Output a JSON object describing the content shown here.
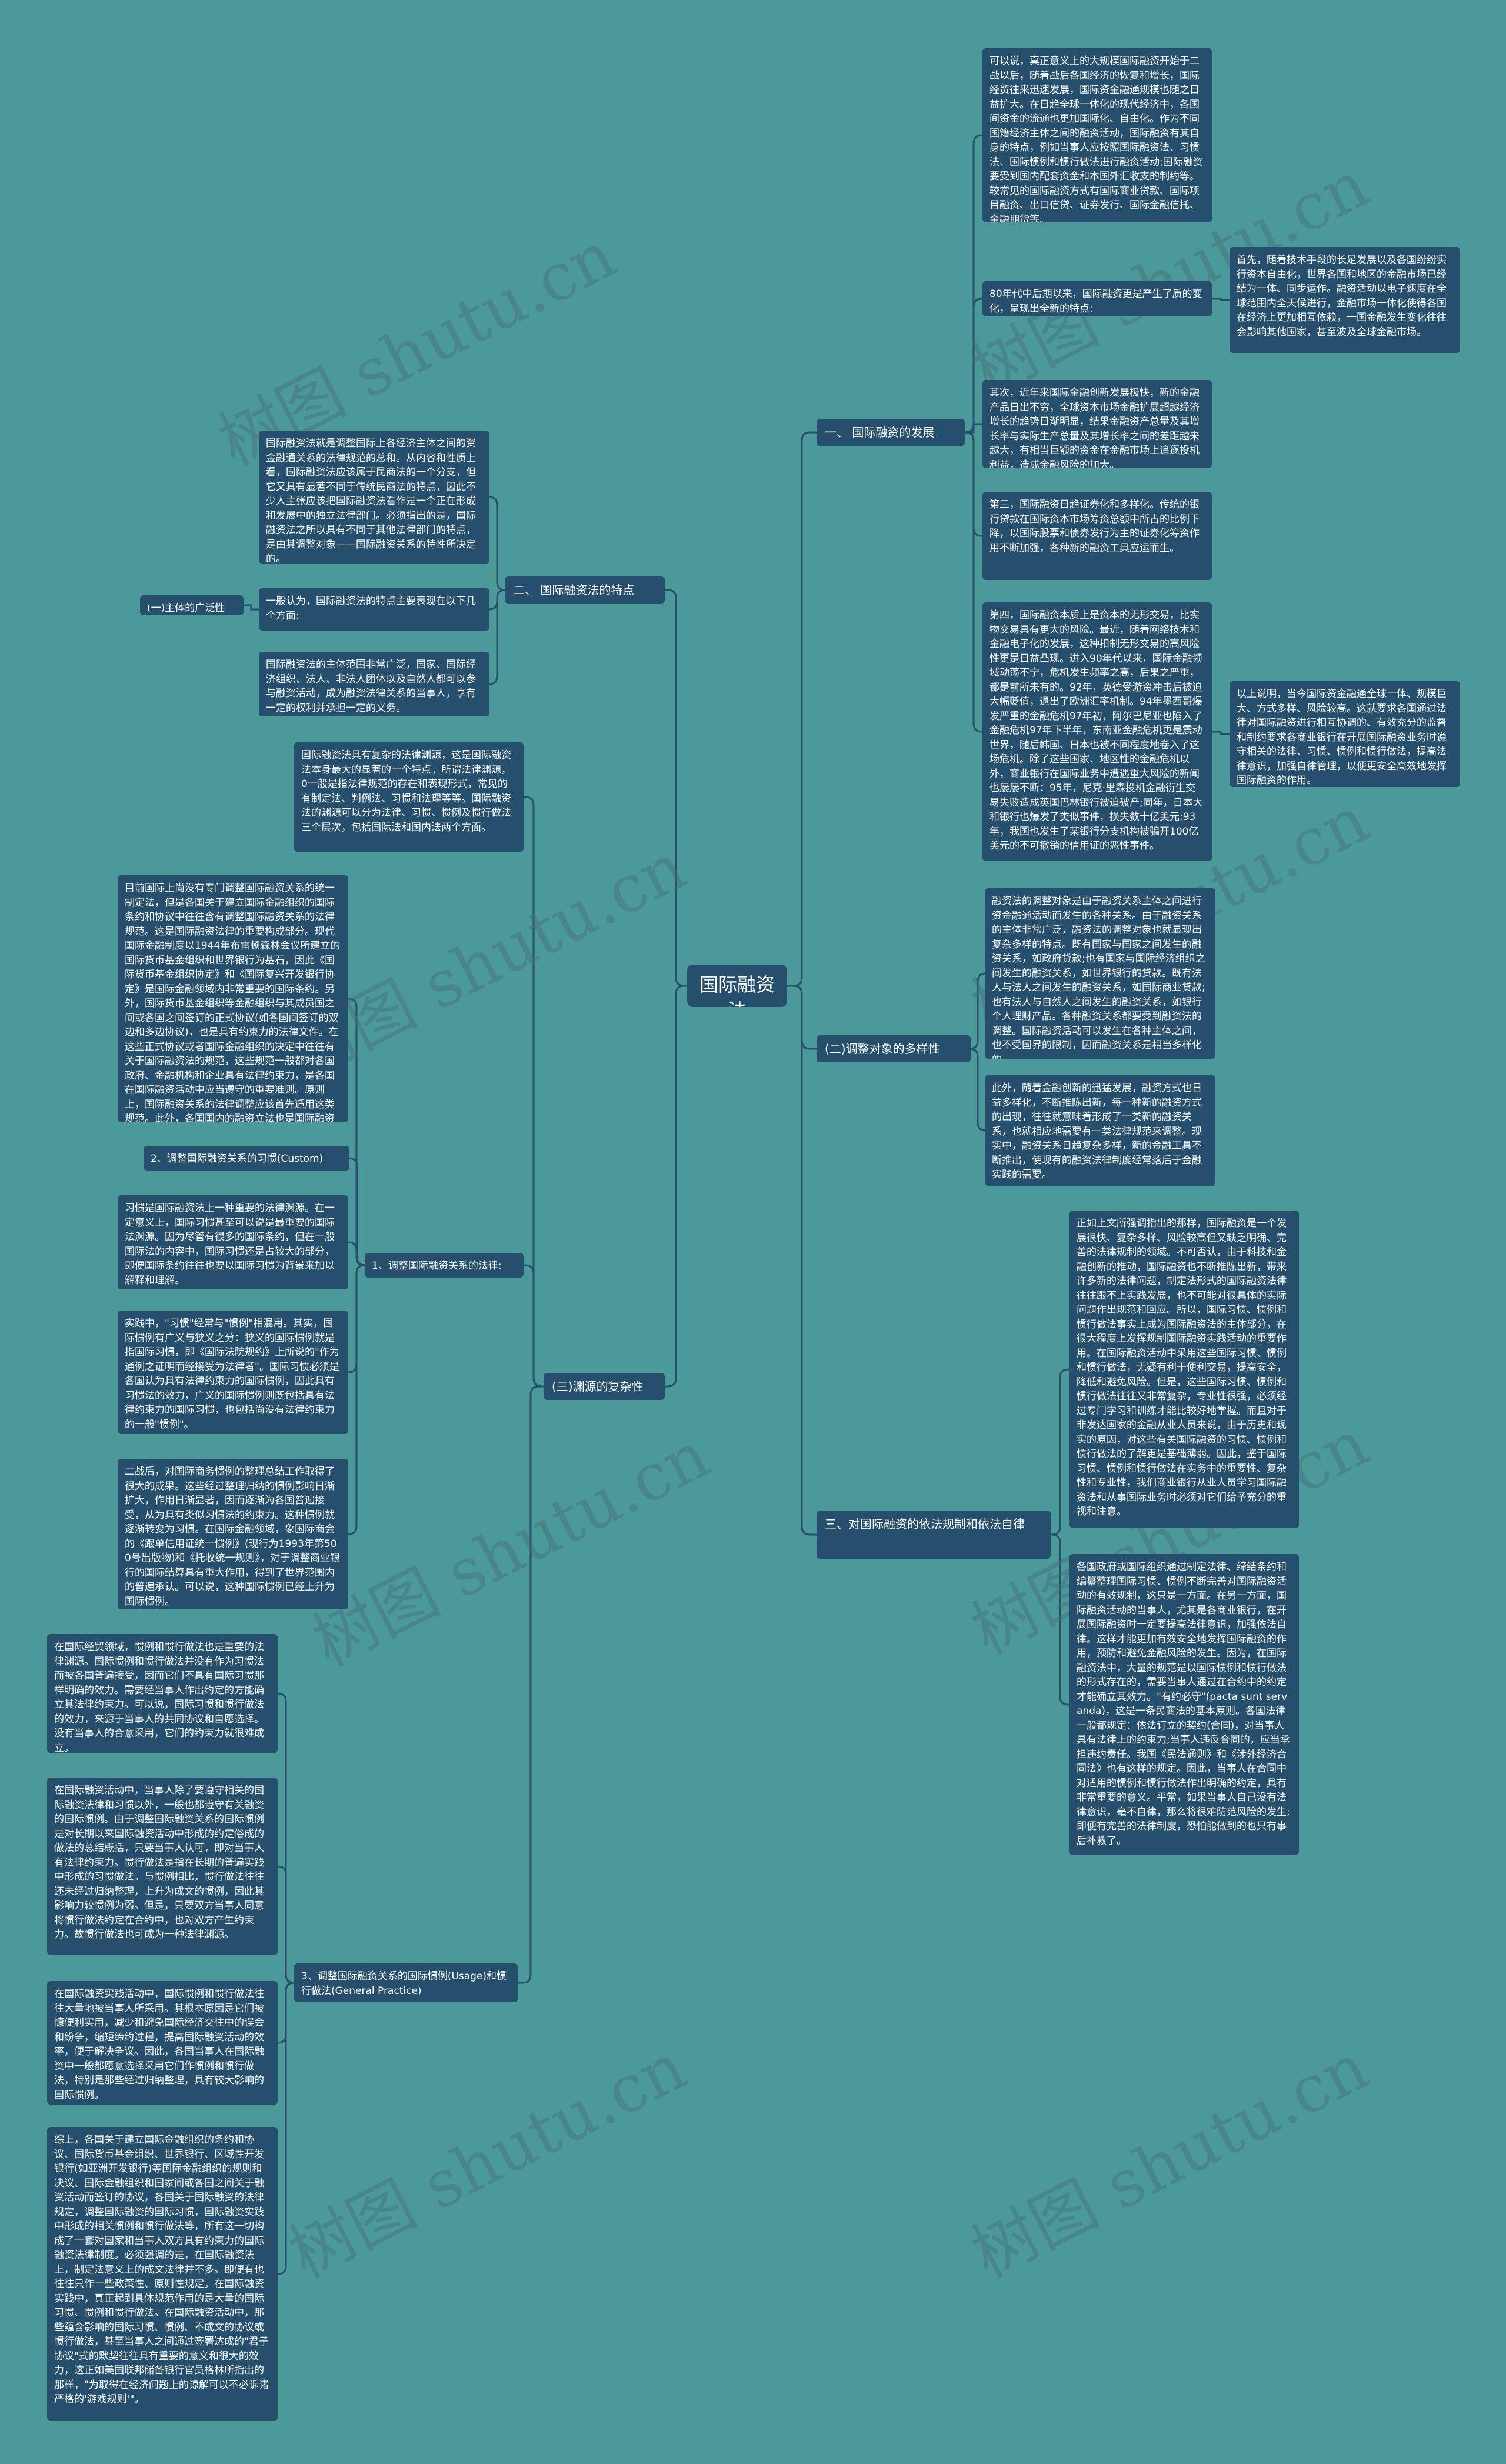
{
  "watermark": "树图 shutu.cn",
  "colors": {
    "background": "#4b9a99",
    "node": "#254f6c",
    "text": "#ffffff",
    "line": "#254f6c"
  },
  "nodes": [
    {
      "id": "root",
      "cls": "root",
      "text": "国际融资法"
    },
    {
      "id": "b1",
      "cls": "label",
      "text": "一、 国际融资的发展"
    },
    {
      "id": "b1_l1",
      "cls": "leaf",
      "text": "可以说，真正意义上的大规模国际融资开始于二战以后，随着战后各国经济的恢复和增长，国际经贸往来迅速发展，国际资金融通规模也随之日益扩大。在日趋全球一体化的现代经济中，各国间资金的流通也更加国际化、自由化。作为不同国籍经济主体之间的融资活动，国际融资有其自身的特点，例如当事人应按照国际融资法、习惯法、国际惯例和惯行做法进行融资活动;国际融资要受到国内配套资金和本国外汇收支的制约等。较常见的国际融资方式有国际商业贷款、国际项目融资、出口信贷、证券发行、国际金融信托、金融期货等。"
    },
    {
      "id": "b1_l2",
      "cls": "leaf",
      "text": "80年代中后期以来，国际融资更是产生了质的变化，呈现出全新的特点:"
    },
    {
      "id": "b1_l2a",
      "cls": "leaf",
      "text": "首先，随着技术手段的长足发展以及各国纷纷实行资本自由化，世界各国和地区的金融市场已经结为一体、同步运作。融资活动以电子速度在全球范围内全天候进行，金融市场一体化使得各国在经济上更加相互依赖，一国金融发生变化往往会影响其他国家，甚至波及全球金融市场。"
    },
    {
      "id": "b1_l3",
      "cls": "leaf",
      "text": "其次，近年来国际金融创新发展极快，新的金融产品日出不穷，全球资本市场金融扩展超越经济增长的趋势日渐明显，结果金融资产总量及其增长率与实际生产总量及其增长率之间的差距越来越大，有相当巨额的资金在金融市场上追逐投机利益，造成金融风险的加大。"
    },
    {
      "id": "b1_l4",
      "cls": "leaf",
      "text": "第三，国际融资日趋证券化和多样化。传统的银行贷款在国际资本市场筹资总额中所占的比例下降，以国际股票和债券发行为主的证券化筹资作用不断加强，各种新的融资工具应运而生。"
    },
    {
      "id": "b1_l5",
      "cls": "leaf",
      "text": "第四，国际融资本质上是资本的无形交易，比实物交易具有更大的风险。最近，随着网络技术和金融电子化的发展，这种扣制无形交易的高风险性更是日益凸现。进入90年代以来，国际金融领域动荡不宁，危机发生频率之高，后果之严重，都是前所未有的。92年，英德受游资冲击后被迫大幅贬值，退出了欧洲汇率机制。94年墨西哥爆发严重的金融危机97年初，阿尔巴尼亚也陷入了金融危机97年下半年，东南亚金融危机更是震动世界，随后韩国、日本也被不同程度地卷入了这场危机。除了这些国家、地区性的金融危机以外，商业银行在国际业务中遭遇重大风险的新闻也屡屡不断：95年，尼克·里森投机金融衍生交易失败造成英国巴林银行被迫破产;同年，日本大和银行也爆发了类似事件，损失数十亿美元;93年，我国也发生了某银行分支机构被骗开100亿美元的不可撤销的信用证的恶性事件。"
    },
    {
      "id": "b1_l5a",
      "cls": "leaf",
      "text": "以上说明，当今国际资金融通全球一体、规模巨大、方式多样、风险较高。这就要求各国通过法律对国际融资进行相互协调的、有效充分的监督和制约要求各商业银行在开展国际融资业务时遵守相关的法律、习惯、惯例和惯行做法，提高法律意识，加强自律管理，以便更安全高效地发挥国际融资的作用。"
    },
    {
      "id": "b2",
      "cls": "label",
      "text": "二、 国际融资法的特点"
    },
    {
      "id": "b2_l1",
      "cls": "leaf",
      "text": "国际融资法就是调整国际上各经济主体之间的资金融通关系的法律规范的总和。从内容和性质上看，国际融资法应该属于民商法的一个分支，但它又具有显著不同于传统民商法的特点，因此不少人主张应该把国际融资法看作是一个正在形成和发展中的独立法律部门。必须指出的是，国际融资法之所以具有不同于其他法律部门的特点，是由其调整对象——国际融资关系的特性所决定的。"
    },
    {
      "id": "b2_l2",
      "cls": "leaf",
      "text": "一般认为，国际融资法的特点主要表现在以下几个方面:"
    },
    {
      "id": "b2_l2a",
      "cls": "leaf",
      "text": "(一)主体的广泛性"
    },
    {
      "id": "b2_l3",
      "cls": "leaf",
      "text": "国际融资法的主体范围非常广泛，国家、国际经济组织、法人、非法人团体以及自然人都可以参与融资活动，成为融资法律关系的当事人，享有一定的权利并承担一定的义务。"
    },
    {
      "id": "b3",
      "cls": "label",
      "text": "(二)调整对象的多样性"
    },
    {
      "id": "b3_l1",
      "cls": "leaf",
      "text": "融资法的调整对象是由于融资关系主体之间进行资金融通活动而发生的各种关系。由于融资关系的主体非常广泛，融资法的调整对象也就显现出复杂多样的特点。既有国家与国家之间发生的融资关系，如政府贷款;也有国家与国际经济组织之间发生的融资关系，如世界银行的贷款。既有法人与法人之间发生的融资关系，如国际商业贷款;也有法人与自然人之间发生的融资关系，如银行个人理财产品。各种融资关系都要受到融资法的调整。国际融资活动可以发生在各种主体之间，也不受国界的限制，因而融资关系是相当多样化的。"
    },
    {
      "id": "b3_l2",
      "cls": "leaf",
      "text": "此外，随着金融创新的迅猛发展，融资方式也日益多样化，不断推陈出新，每一种新的融资方式的出现，往往就意味着形成了一类新的融资关系，也就相应地需要有一类法律规范来调整。现实中，融资关系日趋复杂多样，新的金融工具不断推出，使现有的融资法律制度经常落后于金融实践的需要。"
    },
    {
      "id": "b4",
      "cls": "label",
      "text": "(三)渊源的复杂性"
    },
    {
      "id": "b4_l1",
      "cls": "leaf",
      "text": "国际融资法具有复杂的法律渊源，这是国际融资法本身最大的显著的一个特点。所谓法律渊源，0一般是指法律规范的存在和表现形式，常见的有制定法、判例法、习惯和法理等等。国际融资法的渊源可以分为法律、习惯、惯例及惯行做法三个层次，包括国际法和国内法两个方面。"
    },
    {
      "id": "b4_s1",
      "cls": "leaf",
      "text": "1、调整国际融资关系的法律:"
    },
    {
      "id": "b4_s1_l1",
      "cls": "leaf",
      "text": "目前国际上尚没有专门调整国际融资关系的统一制定法，但是各国关于建立国际金融组织的国际条约和协议中往往含有调整国际融资关系的法律规范。这是国际融资法律的重要构成部分。现代国际金融制度以1944年布雷顿森林会议所建立的国际货币基金组织和世界银行为基石，因此《国际货币基金组织协定》和《国际复兴开发银行协定》是国际金融领域内非常重要的国际条约。另外，国际货币基金组织等金融组织与其成员国之间或各国之间签订的正式协议(如各国间签订的双边和多边协议)，也是具有约束力的法律文件。在这些正式协议或者国际金融组织的决定中往往有关于国际融资法的规范，这些规范一般都对各国政府、金融机构和企业具有法律约束力，是各国在国际融资活动中应当遵守的重要准则。原则上，国际融资关系的法律调整应该首先适用这类规范。此外，各国国内的融资立法也是国际融资法的重要渊源，它们对国际融资活动具有直接的影响。所以说它们是国际上调整融资关系的法律。"
    },
    {
      "id": "b4_s2",
      "cls": "leaf",
      "text": "2、调整国际融资关系的习惯(Custom)"
    },
    {
      "id": "b4_s2_l1",
      "cls": "leaf",
      "text": "习惯是国际融资法上一种重要的法律渊源。在一定意义上，国际习惯甚至可以说是最重要的国际法渊源。因为尽管有很多的国际条约，但在一般国际法的内容中，国际习惯还是占较大的部分，即便国际条约往往也要以国际习惯为背景来加以解释和理解。"
    },
    {
      "id": "b4_s2_l2",
      "cls": "leaf",
      "text": "实践中，\"习惯\"经常与\"惯例\"相混用。其实，国际惯例有广义与狭义之分：狭义的国际惯例就是指国际习惯，即《国际法院规约》上所说的\"作为通例之证明而经接受为法律者\"。国际习惯必须是各国认为具有法律约束力的国际惯例，因此具有习惯法的效力，广义的国际惯例则既包括具有法律约束力的国际习惯，也包括尚没有法律约束力的一般\"惯例\"。"
    },
    {
      "id": "b4_s2_l3",
      "cls": "leaf",
      "text": "二战后，对国际商务惯例的整理总结工作取得了很大的成果。这些经过整理归纳的惯例影响日渐扩大，作用日渐显著，因而逐渐为各国普遍接受，从为具有类似习惯法的约束力。这种惯例就逐渐转变为习惯。在国际金融领域，象国际商会的《跟单信用证统一惯例》(现行为1993年第500号出版物)和《托收统一规则》，对于调整商业银行的国际结算具有重大作用，得到了世界范围内的普遍承认。可以说，这种国际惯例已经上升为国际惯例。"
    },
    {
      "id": "b4_s3",
      "cls": "leaf",
      "text": "3、调整国际融资关系的国际惯例(Usage)和惯行做法(General Practice)"
    },
    {
      "id": "b4_s3_l1",
      "cls": "leaf",
      "text": "在国际经贸领域，惯例和惯行做法也是重要的法律渊源。国际惯例和惯行做法并没有作为习惯法而被各国普遍接受，因而它们不具有国际习惯那样明确的效力。需要经当事人作出约定的方能确立其法律约束力。可以说，国际习惯和惯行做法的效力，来源于当事人的共同协议和自愿选择。没有当事人的合意采用，它们的约束力就很难成立。"
    },
    {
      "id": "b4_s3_l2",
      "cls": "leaf",
      "text": "在国际融资活动中，当事人除了要遵守相关的国际融资法律和习惯以外，一般也都遵守有关融资的国际惯例。由于调整国际融资关系的国际惯例是对长期以来国际融资活动中形成的约定俗成的做法的总结概括，只要当事人认可，即对当事人有法律约束力。惯行做法是指在长期的普遍实践中形成的习惯做法。与惯例相比，惯行做法往往还未经过归纳整理，上升为成文的惯例，因此其影响力较惯例为弱。但是，只要双方当事人同意将惯行做法约定在合约中，也对双方产生约束力。故惯行做法也可成为一种法律渊源。"
    },
    {
      "id": "b4_s3_l3",
      "cls": "leaf",
      "text": "在国际融资实践活动中，国际惯例和惯行做法往往大量地被当事人所采用。其根本原因是它们被慷便利实用，减少和避免国际经济交往中的误会和纷争，缩短缔约过程，提高国际融资活动的效率，便于解决争议。因此，各国当事人在国际融资中一般都愿意选择采用它们作惯例和惯行做法，特别是那些经过归纳整理，具有较大影响的国际惯例。"
    },
    {
      "id": "b4_s3_l4",
      "cls": "leaf",
      "text": "综上，各国关于建立国际金融组织的条约和协议、国际货币基金组织、世界银行、区域性开发银行(如亚洲开发银行)等国际金融组织的规则和决议、国际金融组织和国家间或各国之间关于融资活动而签订的协议，各国关于国际融资的法律规定，调整国际融资的国际习惯，国际融资实践中形成的相关惯例和惯行做法等，所有这一切构成了一套对国家和当事人双方具有约束力的国际融资法律制度。必须强调的是，在国际融资法上，制定法意义上的成文法律并不多。即便有也往往只作一些政策性、原则性规定。在国际融资实践中，真正起到具体规范作用的是大量的国际习惯、惯例和惯行做法。在国际融资活动中，那些蕴含影响的国际习惯、惯例、不成文的协议或惯行做法，甚至当事人之间通过签署达成的\"君子协议\"式的默契往往具有重要的意义和很大的效力，这正如美国联邦储备银行官员格林所指出的那样，\"为取得在经济问题上的谅解可以不必诉诸严格的'游戏规则'\"。"
    },
    {
      "id": "b5",
      "cls": "label",
      "text": "三、对国际融资的依法规制和依法自律"
    },
    {
      "id": "b5_l1",
      "cls": "leaf",
      "text": "正如上文所强调指出的那样，国际融资是一个发展很快、复杂多样、风险较高但又缺乏明确、完善的法律规制的领域。不可否认，由于科技和金融创新的推动，国际融资也不断推陈出新，带来许多新的法律问题，制定法形式的国际融资法律往往跟不上实践发展，也不可能对很具体的实际问题作出规范和回应。所以，国际习惯、惯例和惯行做法事实上成为国际融资法的主体部分，在很大程度上发挥规制国际融资实践活动的重要作用。在国际融资活动中采用这些国际习惯、惯例和惯行做法，无疑有利于便利交易，提高安全，降低和避免风险。但是，这些国际习惯、惯例和惯行做法往往又非常复杂，专业性很强，必须经过专门学习和训练才能比较好地掌握。而且对于非发达国家的金融从业人员来说，由于历史和现实的原因，对这些有关国际融资的习惯、惯例和惯行做法的了解更是基础薄弱。因此，鉴于国际习惯、惯例和惯行做法在实务中的重要性、复杂性和专业性，我们商业银行从业人员学习国际融资法和从事国际业务时必须对它们给予充分的重视和注意。"
    },
    {
      "id": "b5_l2",
      "cls": "leaf",
      "text": "各国政府或国际组织通过制定法律、缔结条约和编纂整理国际习惯、惯例不断完善对国际融资活动的有效规制，这只是一方面。在另一方面，国际融资活动的当事人，尤其是各商业银行，在开展国际融资时一定要提高法律意识，加强依法自律。这样才能更加有效安全地发挥国际融资的作用，预防和避免金融风险的发生。因为，在国际融资法中，大量的规范是以国际惯例和惯行做法的形式存在的，需要当事人通过在合约中的约定才能确立其效力。\"有约必守\"(pacta sunt servanda)，这是一条民商法的基本原则。各国法律一般都规定：依法订立的契约(合同)，对当事人具有法律上的约束力;当事人违反合同的，应当承担违约责任。我国《民法通则》和《涉外经济合同法》也有这样的规定。因此，当事人在合同中对适用的惯例和惯行做法作出明确的约定，具有非常重要的意义。平常，如果当事人自己没有法律意识，毫不自律，那么将很难防范风险的发生;即便有完善的法律制度，恐怕能做到的也只有事后补救了。"
    }
  ],
  "edges": [
    [
      "root",
      "b1"
    ],
    [
      "root",
      "b2"
    ],
    [
      "root",
      "b3"
    ],
    [
      "root",
      "b4"
    ],
    [
      "root",
      "b5"
    ],
    [
      "b1",
      "b1_l1"
    ],
    [
      "b1",
      "b1_l2"
    ],
    [
      "b1",
      "b1_l3"
    ],
    [
      "b1",
      "b1_l4"
    ],
    [
      "b1",
      "b1_l5"
    ],
    [
      "b1_l2",
      "b1_l2a"
    ],
    [
      "b1_l5",
      "b1_l5a"
    ],
    [
      "b2",
      "b2_l1"
    ],
    [
      "b2",
      "b2_l2"
    ],
    [
      "b2",
      "b2_l3"
    ],
    [
      "b2_l2",
      "b2_l2a"
    ],
    [
      "b3",
      "b3_l1"
    ],
    [
      "b3",
      "b3_l2"
    ],
    [
      "b4",
      "b4_l1"
    ],
    [
      "b4",
      "b4_s1"
    ],
    [
      "b4",
      "b4_s3"
    ],
    [
      "b4_s1",
      "b4_s1_l1"
    ],
    [
      "b4_s1",
      "b4_s2"
    ],
    [
      "b4_s1",
      "b4_s2_l1"
    ],
    [
      "b4_s1",
      "b4_s2_l2"
    ],
    [
      "b4_s1",
      "b4_s2_l3"
    ],
    [
      "b4_s3",
      "b4_s3_l1"
    ],
    [
      "b4_s3",
      "b4_s3_l2"
    ],
    [
      "b4_s3",
      "b4_s3_l3"
    ],
    [
      "b4_s3",
      "b4_s3_l4"
    ],
    [
      "b5",
      "b5_l1"
    ],
    [
      "b5",
      "b5_l2"
    ]
  ]
}
